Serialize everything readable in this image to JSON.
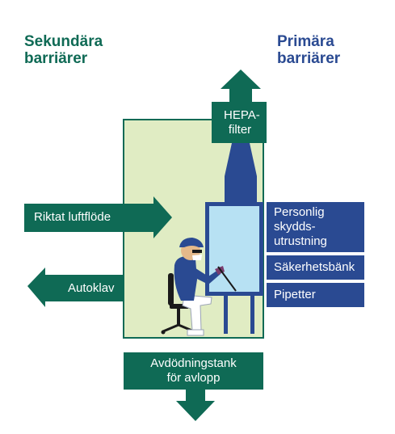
{
  "headings": {
    "secondary": [
      "Sekundära",
      "barriärer"
    ],
    "primary": [
      "Primära",
      "barriärer"
    ]
  },
  "secondary_barriers": {
    "directed_airflow": "Riktat luftflöde",
    "autoclave": "Autoklav",
    "drain_tank": [
      "Avdödningstank",
      "för avlopp"
    ]
  },
  "primary_barriers": {
    "hepa_filter": [
      "HEPA-",
      "filter"
    ],
    "ppe": [
      "Personlig",
      "skydds-",
      "utrustning"
    ],
    "safety_cabinet": "Säkerhetsbänk",
    "pipettes": "Pipetter"
  },
  "colors": {
    "secondary_green": "#0f6a55",
    "primary_blue": "#2a4a92",
    "room_fill": "#e0ecc3",
    "cabinet_glass": "#b7e1f3",
    "figure_blue": "#2a4a92"
  }
}
